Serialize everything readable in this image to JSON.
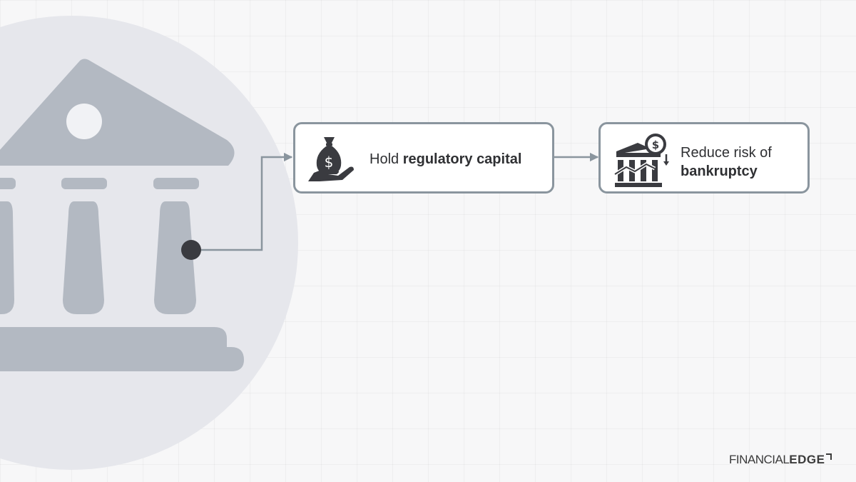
{
  "colors": {
    "background": "#f7f7f8",
    "bank_circle": "#e6e7ec",
    "bank_icon": "#b3b9c2",
    "connector": "#8a959e",
    "node_border": "#8a959e",
    "text": "#2f3033",
    "icon_dark": "#3a3b40"
  },
  "bank": {
    "icon": "bank-building-icon"
  },
  "nodes": [
    {
      "id": "node-1",
      "icon": "money-bag-hand-icon",
      "text_normal": "Hold ",
      "text_bold": "regulatory capital"
    },
    {
      "id": "node-2",
      "icon": "bank-coin-decline-icon",
      "text_normal": "Reduce risk of ",
      "text_bold": "bankruptcy"
    }
  ],
  "logo": {
    "text_normal": "FINANCIAL",
    "text_bold": "EDGE",
    "icon": "edge-corner-icon"
  }
}
